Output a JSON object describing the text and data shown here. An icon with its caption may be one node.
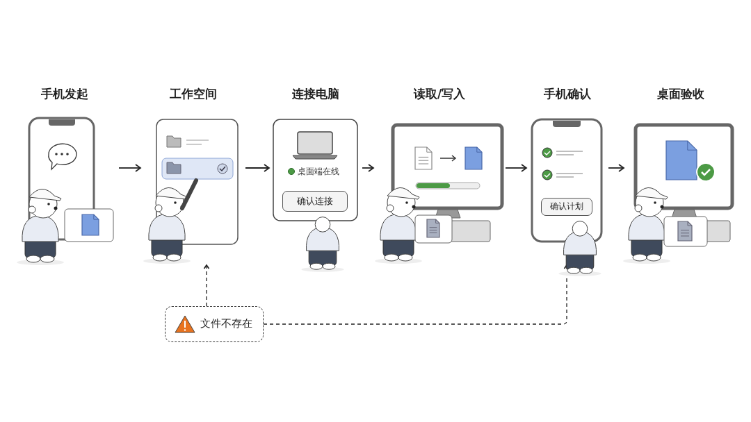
{
  "diagram": {
    "nodes": [
      {
        "text": [
          "手机发起"
        ]
      },
      {
        "text": [
          "工作空间"
        ]
      },
      {
        "text": [
          "连接电脑",
          "桌面端在线",
          "确认连接"
        ]
      },
      {
        "text": [
          "读取/写入"
        ]
      },
      {
        "text": [
          "手机确认",
          "确认计划"
        ]
      },
      {
        "text": [
          "桌面验收"
        ]
      },
      {
        "text": [
          "文件不存在"
        ]
      }
    ],
    "edges": [
      {
        "from": 0,
        "to": 1,
        "arrow": "to"
      },
      {
        "from": 1,
        "to": 2,
        "arrow": "to"
      },
      {
        "from": 2,
        "to": 3,
        "arrow": "to"
      },
      {
        "from": 3,
        "to": 4,
        "arrow": "to"
      },
      {
        "from": 4,
        "to": 5,
        "arrow": "to"
      },
      {
        "from": 6,
        "to": 1,
        "arrow": "to",
        "style": "dashed"
      },
      {
        "from": 6,
        "to": 4,
        "arrow": "to",
        "style": "dashed"
      }
    ]
  }
}
